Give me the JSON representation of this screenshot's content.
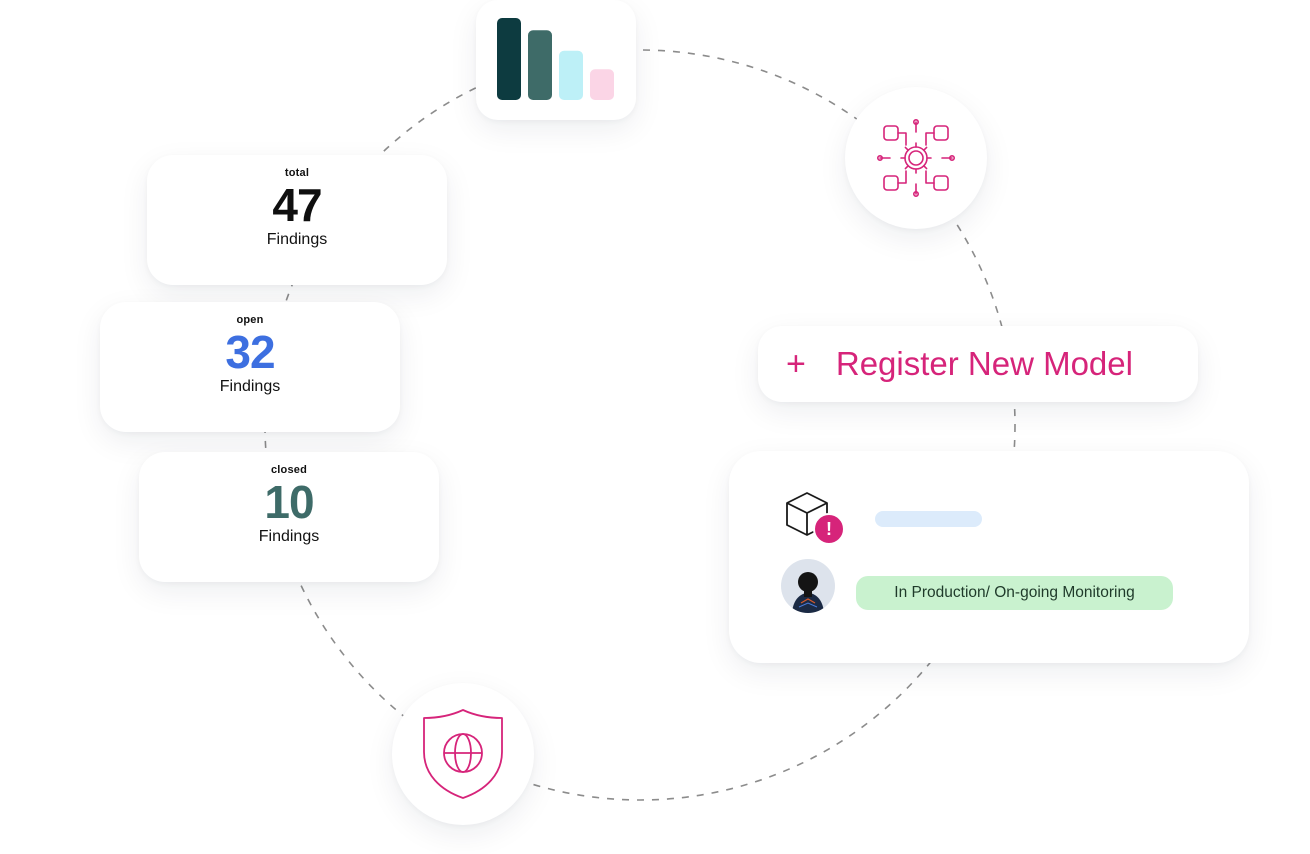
{
  "stats": {
    "total": {
      "label": "total",
      "value": "47",
      "unit": "Findings",
      "color": "#0f0f0f"
    },
    "open": {
      "label": "open",
      "value": "32",
      "unit": "Findings",
      "color": "#3d6fe0"
    },
    "closed": {
      "label": "closed",
      "value": "10",
      "unit": "Findings",
      "color": "#3e6b68"
    }
  },
  "register": {
    "plus": "+",
    "label": "Register New Model"
  },
  "model": {
    "status": "In Production/ On-going Monitoring",
    "alert_glyph": "!"
  },
  "icons": {
    "chart": "bar-chart-icon",
    "network": "gear-network-icon",
    "shield": "shield-globe-icon",
    "model": "cube-icon",
    "alert": "alert-icon",
    "avatar": "avatar"
  },
  "colors": {
    "accent": "#d6247a",
    "bar_dark": "#0d3b40",
    "bar_mid": "#3e6b68",
    "bar_light": "#bdf0f7",
    "bar_pink": "#fbd5e6"
  },
  "chart_data": {
    "type": "bar",
    "categories": [
      "",
      "",
      "",
      ""
    ],
    "values": [
      80,
      68,
      48,
      30
    ],
    "colors": [
      "#0d3b40",
      "#3e6b68",
      "#bdf0f7",
      "#fbd5e6"
    ]
  }
}
